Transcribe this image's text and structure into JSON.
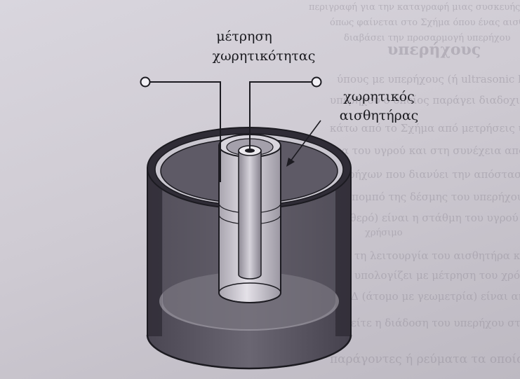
{
  "labels": {
    "measurement_line1": "μέτρηση",
    "measurement_line2": "χωρητικότητας",
    "sensor_line1": "χωρητικός",
    "sensor_line2": "αισθητήρας"
  },
  "background_text": {
    "top_lines": [
      "περιγραφή για την καταγραφή μιας συσκευής από κάτω, όπως φαίνεται στο Σχήμα",
      "όπως φαίνεται στο Σχήμα όπου ένας αισθητήρας",
      "διαβάσει την προσαρμογή υπερήχου"
    ],
    "heading": "υπερήχους",
    "right_lines": [
      "ύπους με υπερήχους (ή ultrasonic level i",
      "υπερήχου ο οποίος παράγει διαδοχικά, ως χωρίς και ως όσο",
      "κάτω από το Σχήμα από μετρήσεις υπερήχων εκτέλ",
      "ένα του υγρού και στη συνέχεια από κατώτατο δέκτη",
      "υπερήχων που διανύει την απόσταση του υγρού και στ",
      "τον πομπό της δέσμης του υπερήχου στο χρόνο ώρας",
      "σταθερό) είναι η στάθμη του υγρού",
      "χρήσιμο"
    ],
    "bottom_lines": [
      "τη λειτουργία του αισθητήρα και στο επόμενο κύκλο",
      "υπολογίζει με μέτρηση του χρόνου και της επιφάνειας",
      "Δ (άτομο με γεωμετρία) είναι ανάλογη με την ταχύτητα διάδοσης",
      "είτε η διάδοση του υπερήχου στο υγρό",
      "παράγοντες ή ρεύματα τα οποία μετρούν στη μετρηση του υγρού"
    ]
  },
  "colors": {
    "drum_fill": "#57535f",
    "drum_dark": "#3a3741",
    "rim_dark": "#2f2c36",
    "rim_light": "#c9c6cf",
    "inner_fill": "#d5d2d9",
    "line": "#1c1b21"
  }
}
